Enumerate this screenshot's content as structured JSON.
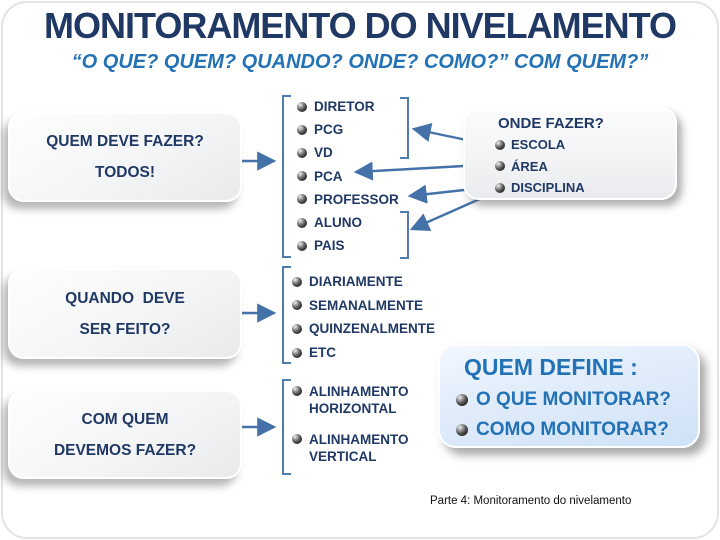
{
  "slide": {
    "title": "MONITORAMENTO DO NIVELAMENTO",
    "subtitle": "“O QUE? QUEM? QUANDO? ONDE? COMO?” COM QUEM?”",
    "footer": "Parte 4: Monitoramento do nivelamento"
  },
  "question_boxes": {
    "quem": {
      "line1": "QUEM DEVE FAZER?",
      "line2": "TODOS!"
    },
    "quando": {
      "line1": "QUANDO  DEVE",
      "line2": "SER FEITO?"
    },
    "com_quem": {
      "line1": "COM QUEM",
      "line2": "DEVEMOS FAZER?"
    }
  },
  "lists": {
    "who": [
      "DIRETOR",
      "PCG",
      "VD",
      "PCA",
      "PROFESSOR",
      "ALUNO",
      "PAIS"
    ],
    "when": [
      "DIARIAMENTE",
      "SEMANALMENTE",
      "QUINZENALMENTE",
      "ETC"
    ],
    "how": [
      "ALINHAMENTO HORIZONTAL",
      "ALINHAMENTO VERTICAL"
    ]
  },
  "onde_box": {
    "title": "ONDE FAZER?",
    "items": [
      "ESCOLA",
      "ÁREA",
      "DISCIPLINA"
    ]
  },
  "define_box": {
    "title": "QUEM DEFINE :",
    "items": [
      "O QUE MONITORAR?",
      "COMO MONITORAR?"
    ]
  },
  "colors": {
    "title_navy": "#1F3864",
    "accent_blue": "#2272B5",
    "arrow_blue": "#4472A8",
    "bracket_blue": "#507CAC",
    "bullet_dark": "#1a1a1a"
  }
}
